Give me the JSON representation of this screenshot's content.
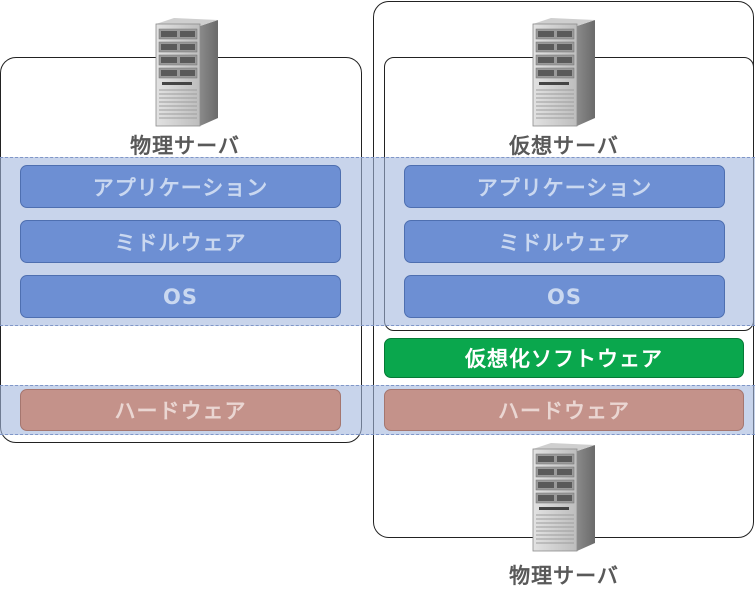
{
  "left_server": {
    "caption": "物理サーバ",
    "layers": {
      "app": "アプリケーション",
      "middleware": "ミドルウェア",
      "os": "OS",
      "hardware": "ハードウェア"
    }
  },
  "right_server": {
    "virtual_caption": "仮想サーバ",
    "physical_caption": "物理サーバ",
    "layers": {
      "app": "アプリケーション",
      "middleware": "ミドルウェア",
      "os": "OS",
      "virtualization": "仮想化ソフトウェア",
      "hardware": "ハードウェア"
    }
  },
  "icons": [
    "server-tower-icon"
  ],
  "colors": {
    "software_layer": "#6d8fd3",
    "hardware_layer": "#c4928a",
    "virtualization_layer": "#0aa74d",
    "band": "#a4b8dd"
  }
}
